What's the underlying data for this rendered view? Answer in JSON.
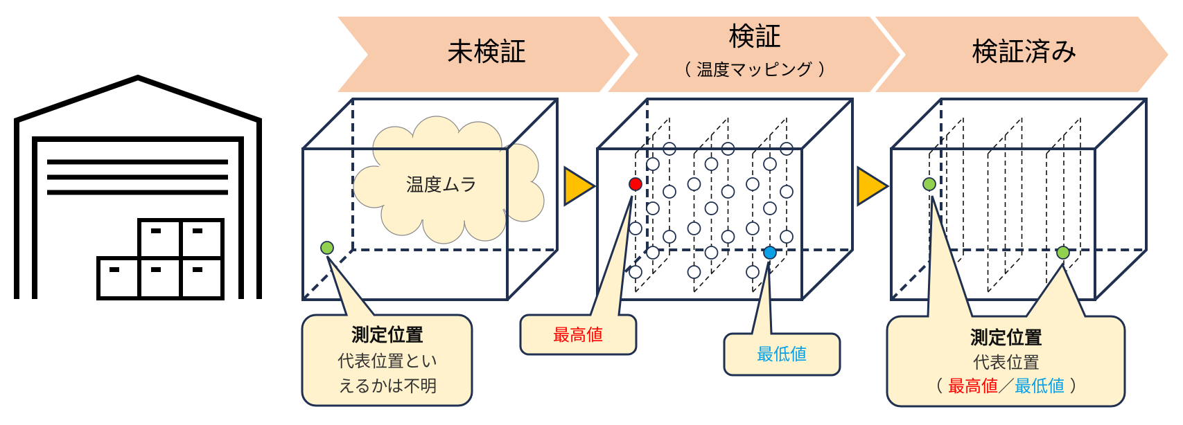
{
  "stages": [
    {
      "title": "未検証"
    },
    {
      "title": "検証",
      "subtitle": "（ 温度マッピング ）"
    },
    {
      "title": "検証済み"
    }
  ],
  "box1": {
    "cloud_label": "温度ムラ",
    "callout": {
      "title": "測定位置",
      "line1": "代表位置とい",
      "line2": "えるかは不明"
    }
  },
  "box2": {
    "max_label": "最高値",
    "min_label": "最低値"
  },
  "box3": {
    "callout": {
      "title": "測定位置",
      "line1": "代表位置",
      "open": "（ ",
      "max": "最高値",
      "sep": "／",
      "min": "最低値",
      "close": " ）"
    }
  },
  "colors": {
    "chevron": "#f8cbad",
    "callout": "#fff2cc",
    "max": "#ff0000",
    "min": "#0aa0e6",
    "measure": "#92d050",
    "arrow": "#ffc000",
    "outline": "#1f3050"
  }
}
